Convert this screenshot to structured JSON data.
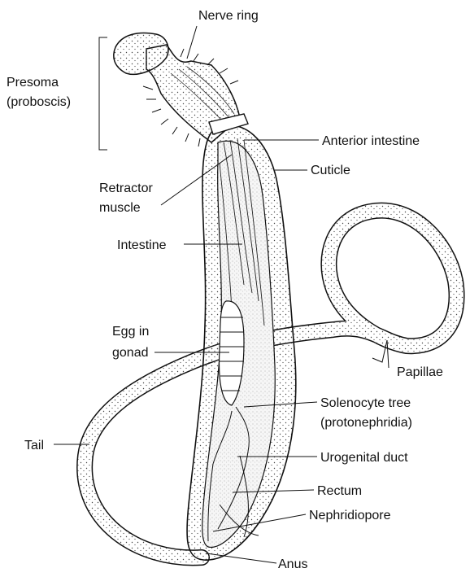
{
  "diagram": {
    "labels": {
      "nerve_ring": "Nerve ring",
      "presoma_1": "Presoma",
      "presoma_2": "(proboscis)",
      "anterior_intestine": "Anterior intestine",
      "cuticle": "Cuticle",
      "retractor_1": "Retractor",
      "retractor_2": "muscle",
      "intestine": "Intestine",
      "egg_1": "Egg in",
      "egg_2": "gonad",
      "papillae": "Papillae",
      "solenocyte_1": "Solenocyte tree",
      "solenocyte_2": "(protonephridia)",
      "tail": "Tail",
      "urogenital_duct": "Urogenital duct",
      "rectum": "Rectum",
      "nephridiopore": "Nephridiopore",
      "anus": "Anus"
    }
  },
  "colors": {
    "ink": "#111111",
    "background": "#ffffff",
    "stipple": "#444444"
  }
}
